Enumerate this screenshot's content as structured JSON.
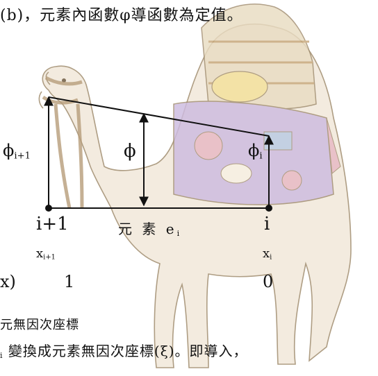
{
  "texts": {
    "heading": "(b)，元素內函數φ導函數為定值。",
    "phi_left": "ϕ",
    "phi_left_sub": "i+1",
    "phi_mid": "ϕ",
    "phi_right": "ϕ",
    "phi_right_sub": "i",
    "node_left": "i+1",
    "element_label": "元 素 e",
    "element_label_sub": "i",
    "node_right": "i",
    "coord_left": "x",
    "coord_left_sub": "i+1",
    "coord_right": "x",
    "coord_right_sub": "i",
    "local_coord_label": "x)",
    "local_left_value": "1",
    "local_right_value": "0",
    "line_1": "元無因次座標",
    "line_2_sub": "i",
    "line_2": "變換成元素無因次座標(ξ)。即導入，"
  },
  "colors": {
    "line": "#111111",
    "text": "#111111",
    "camel_outline": "#a08c6e",
    "camel_fill": "#f1e8da",
    "saddle_fill": "#e9dcc2",
    "blanket_purple": "#cdbbe0",
    "blanket_pink": "#e8b8c4",
    "blanket_yellow": "#f3e19a",
    "blanket_blue": "#b9cbe3"
  }
}
